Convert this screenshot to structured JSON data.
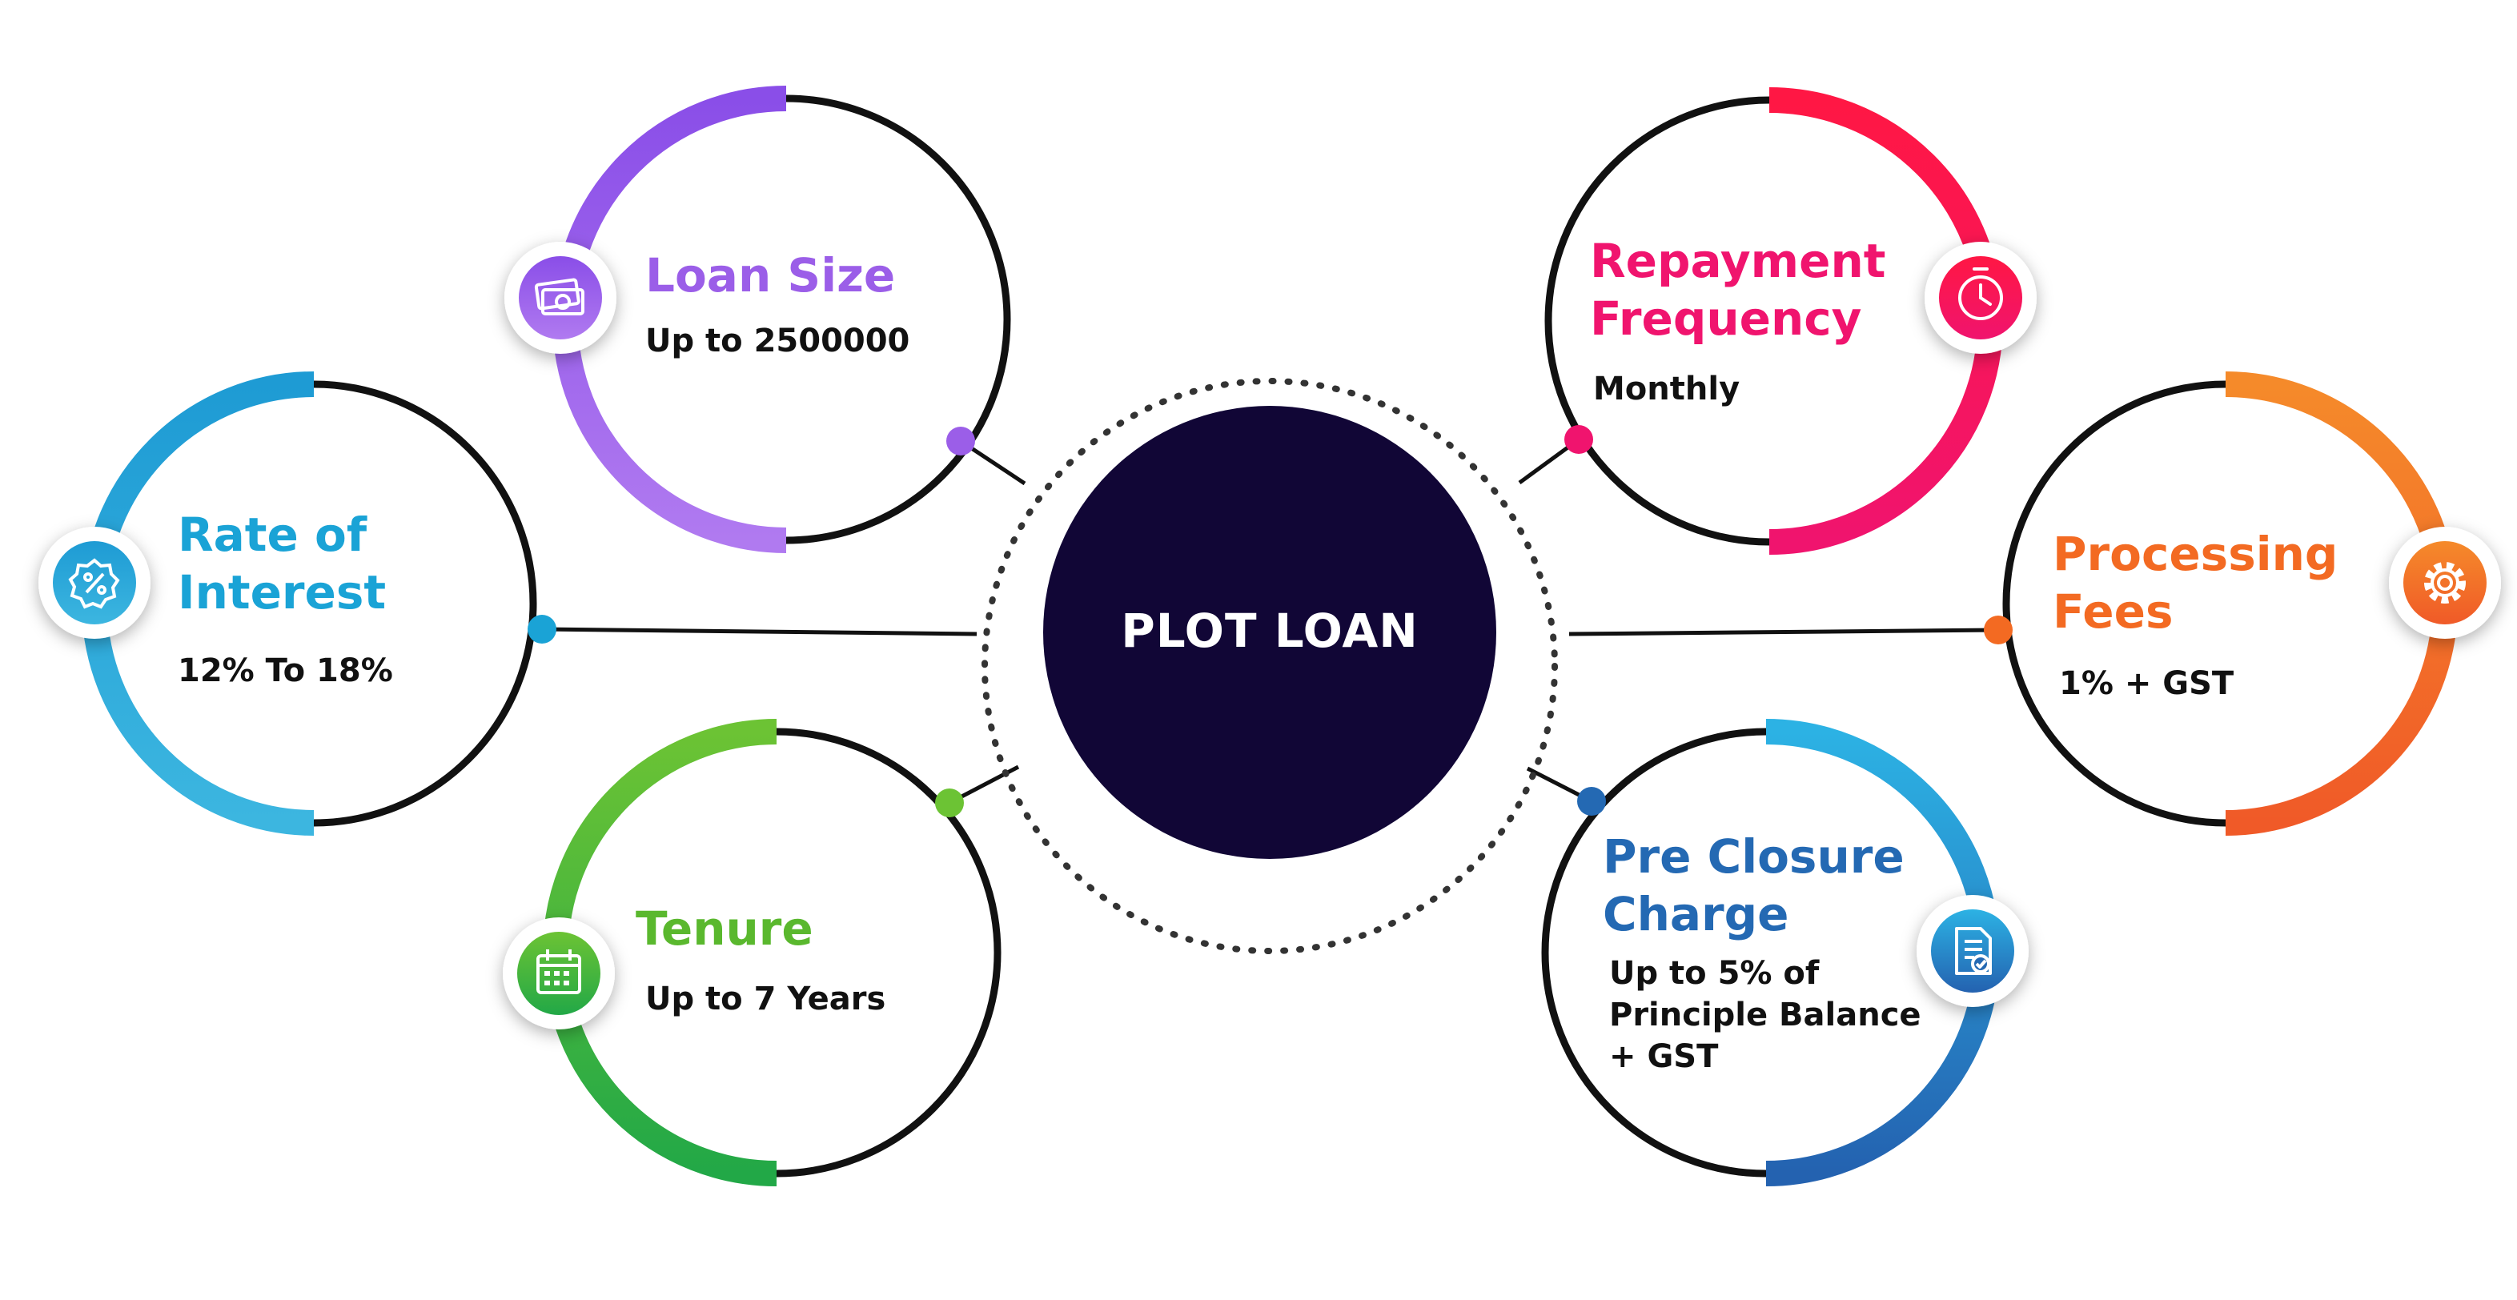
{
  "center": {
    "label": "PLOT LOAN",
    "fill": "#110636"
  },
  "colors": {
    "loan_size": "#9b5ee8",
    "rate": "#1aa3d6",
    "tenure": "#3cb43a",
    "repayment": "#ff1357",
    "processing": "#f36a22",
    "preclosure": "#2469b3",
    "ring": "#111111"
  },
  "features": [
    {
      "id": "loan_size",
      "title": "Loan Size",
      "value": "Up to 2500000",
      "icon": "money-icon"
    },
    {
      "id": "rate",
      "title": "Rate of\nInterest",
      "value": "12% To 18%",
      "icon": "percent-badge-icon"
    },
    {
      "id": "tenure",
      "title": "Tenure",
      "value": "Up to 7 Years",
      "icon": "calendar-icon"
    },
    {
      "id": "repayment",
      "title": "Repayment\nFrequency",
      "value": "Monthly",
      "icon": "clock-icon"
    },
    {
      "id": "processing",
      "title": "Processing\nFees",
      "value": "1% + GST",
      "icon": "gear-icon"
    },
    {
      "id": "preclosure",
      "title": "Pre Closure\nCharge",
      "value": "Up to 5% of\nPrinciple Balance\n+ GST",
      "icon": "document-check-icon"
    }
  ]
}
